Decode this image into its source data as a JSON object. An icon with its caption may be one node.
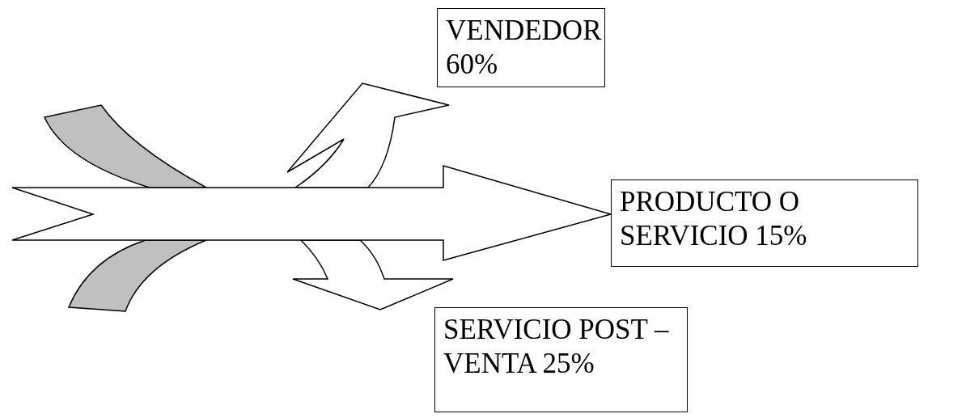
{
  "diagram": {
    "nodes": [
      {
        "text": [
          "VENDEDOR  60%"
        ]
      },
      {
        "text": [
          "PRODUCTO O SERVICIO 15%"
        ]
      },
      {
        "text": [
          "SERVICIO POST – VENTA 25%"
        ]
      }
    ],
    "edges": [
      {
        "from": null,
        "to": 0,
        "arrow": "to"
      },
      {
        "from": null,
        "to": 1,
        "arrow": "to"
      },
      {
        "from": null,
        "to": 2,
        "arrow": "to"
      }
    ]
  }
}
